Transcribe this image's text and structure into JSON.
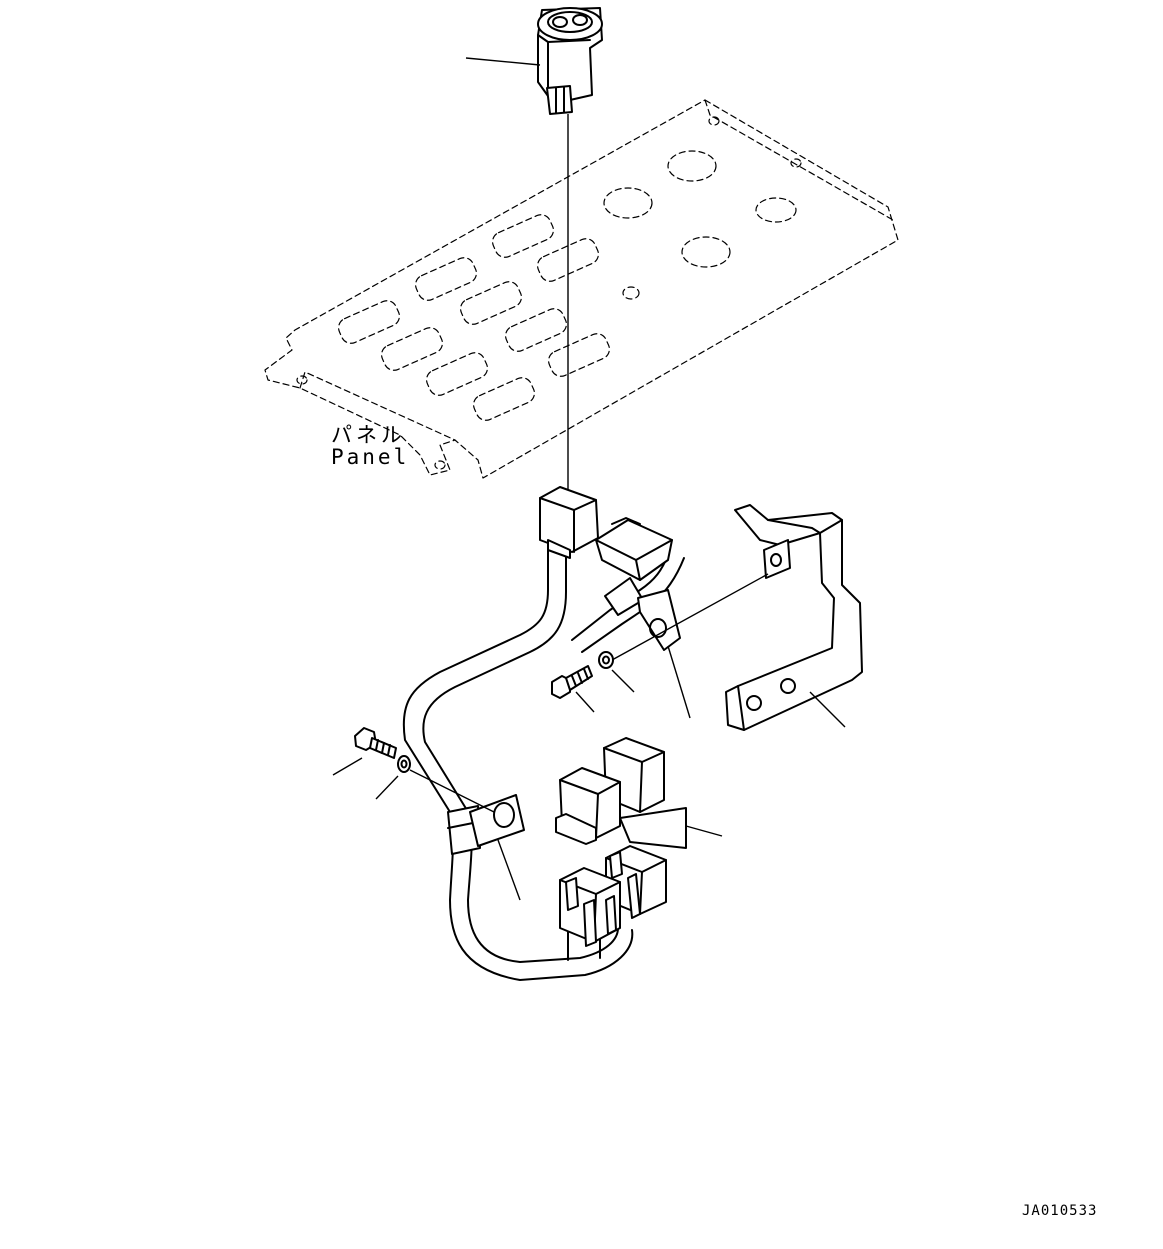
{
  "labels": {
    "panel_jp": "パネル",
    "panel_en": "Panel",
    "drawing_code": "JA010533"
  }
}
